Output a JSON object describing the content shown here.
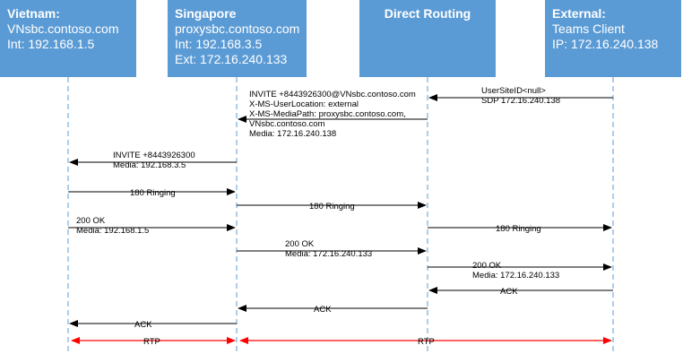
{
  "participants": {
    "vietnam": {
      "title": "Vietnam:",
      "lines": [
        "VNsbc.contoso.com",
        "Int: 192.168.1.5"
      ]
    },
    "singapore": {
      "title": "Singapore",
      "lines": [
        "proxysbc.contoso.com",
        "Int: 192.168.3.5",
        "Ext: 172.16.240.133"
      ]
    },
    "direct": {
      "title": "Direct Routing",
      "lines": []
    },
    "external": {
      "title": "External:",
      "lines": [
        "Teams Client",
        "IP: 172.16.240.138"
      ]
    }
  },
  "messages": [
    {
      "from": "external",
      "to": "direct",
      "label": [
        "UserSiteID<null>",
        "SDP 172.16.240.138"
      ]
    },
    {
      "from": "direct",
      "to": "singapore",
      "label": [
        "INVITE +8443926300@VNsbc.contoso.com",
        "X-MS-UserLocation: external",
        "X-MS-MediaPath: proxysbc.contoso.com,",
        "VNsbc.contoso.com",
        "Media: 172.16.240.138"
      ]
    },
    {
      "from": "singapore",
      "to": "vietnam",
      "label": [
        "INVITE +8443926300",
        "Media: 192.168.3.5"
      ]
    },
    {
      "from": "vietnam",
      "to": "singapore",
      "label": [
        "180 Ringing"
      ]
    },
    {
      "from": "singapore",
      "to": "direct",
      "label": [
        "180 Ringing"
      ]
    },
    {
      "from": "direct",
      "to": "external",
      "label": [
        "180 Ringing"
      ]
    },
    {
      "from": "vietnam",
      "to": "singapore",
      "label": [
        "200 OK",
        "Media: 192.168.1.5"
      ]
    },
    {
      "from": "singapore",
      "to": "direct",
      "label": [
        "200 OK",
        "Media: 172.16.240.133"
      ]
    },
    {
      "from": "direct",
      "to": "external",
      "label": [
        "200 OK",
        "Media: 172.16.240.133"
      ]
    },
    {
      "from": "external",
      "to": "direct",
      "label": [
        "ACK"
      ]
    },
    {
      "from": "direct",
      "to": "singapore",
      "label": [
        "ACK"
      ]
    },
    {
      "from": "singapore",
      "to": "vietnam",
      "label": [
        "ACK"
      ]
    },
    {
      "from": "vietnam",
      "to": "singapore",
      "label": [
        "RTP"
      ],
      "both": true,
      "color": "#ff0000"
    },
    {
      "from": "singapore",
      "to": "external",
      "label": [
        "RTP"
      ],
      "both": true,
      "color": "#ff0000"
    }
  ],
  "colors": {
    "box": "#5b9bd5",
    "lifeline": "#5b9bd5",
    "arrow": "#000000",
    "rtp": "#ff0000"
  }
}
